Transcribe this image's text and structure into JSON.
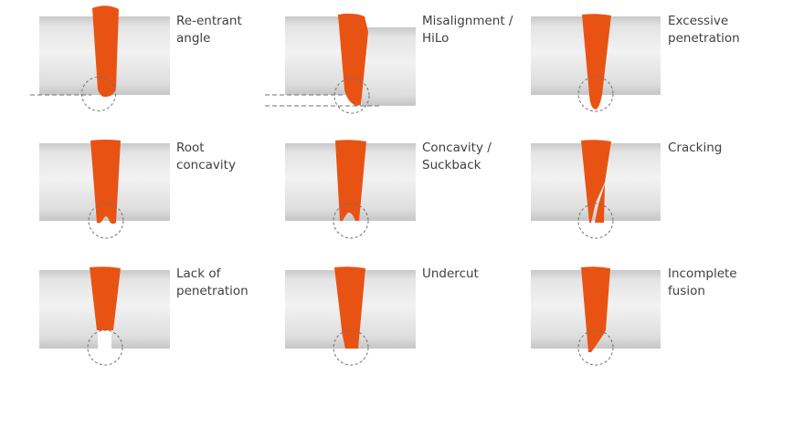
{
  "defects": [
    {
      "id": "re-entrant-angle",
      "label_lines": [
        "Re-entrant",
        "angle"
      ]
    },
    {
      "id": "misalignment-hilo",
      "label_lines": [
        "Misalignment /",
        "HiLo"
      ]
    },
    {
      "id": "excessive-penetration",
      "label_lines": [
        "Excessive",
        "penetration"
      ]
    },
    {
      "id": "root-concavity",
      "label_lines": [
        "Root",
        "concavity"
      ]
    },
    {
      "id": "concavity-suckback",
      "label_lines": [
        "Concavity /",
        "Suckback"
      ]
    },
    {
      "id": "cracking",
      "label_lines": [
        "Cracking"
      ]
    },
    {
      "id": "lack-of-penetration",
      "label_lines": [
        "Lack of",
        "penetration"
      ]
    },
    {
      "id": "undercut",
      "label_lines": [
        "Undercut"
      ]
    },
    {
      "id": "incomplete-fusion",
      "label_lines": [
        "Incomplete",
        "fusion"
      ]
    }
  ],
  "colors": {
    "weld": "#e85313",
    "plate_light": "#eeeeee",
    "plate_mid": "#d6d6d6",
    "plate_dark": "#c4c4c4",
    "guide": "#707070",
    "text": "#3f3f3f"
  }
}
